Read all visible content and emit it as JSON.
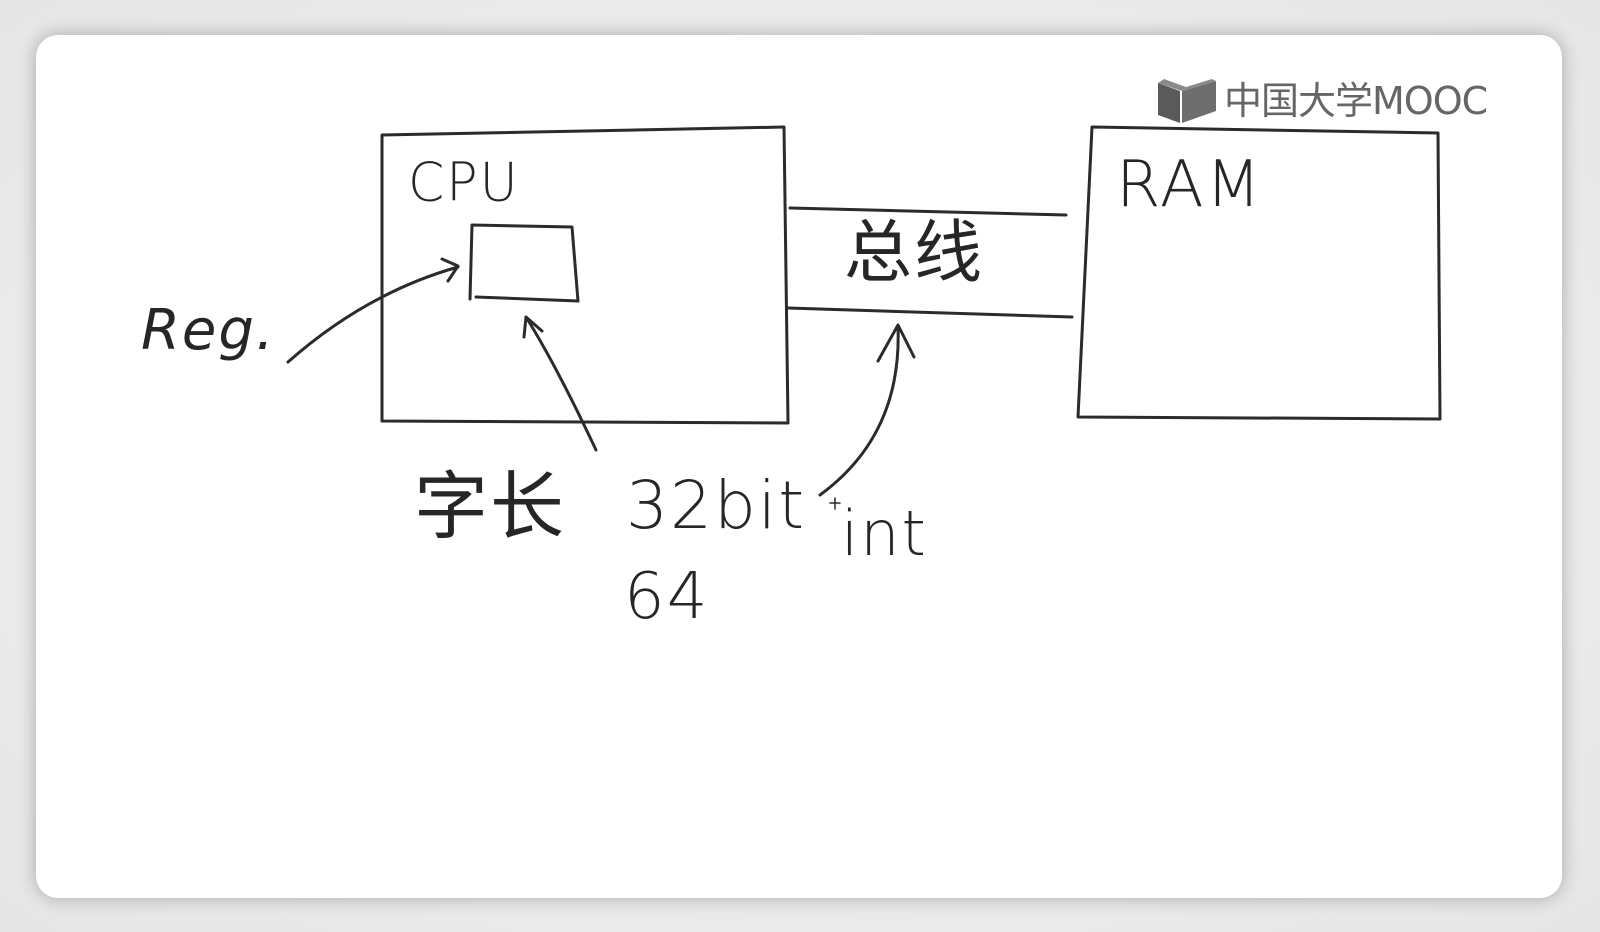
{
  "logo": {
    "text": "中国大学MOOC",
    "color": "#666666"
  },
  "diagram": {
    "cpu_label": "CPU",
    "ram_label": "RAM",
    "register_label": "Reg.",
    "bus_label": "总线",
    "word_size_label": "字长",
    "bits_32_label": "32bit",
    "bits_64_label": "64",
    "int_label": "int"
  },
  "colors": {
    "ink": "#2b2b2b",
    "board": "#ffffff",
    "backdrop": "#ececec"
  }
}
